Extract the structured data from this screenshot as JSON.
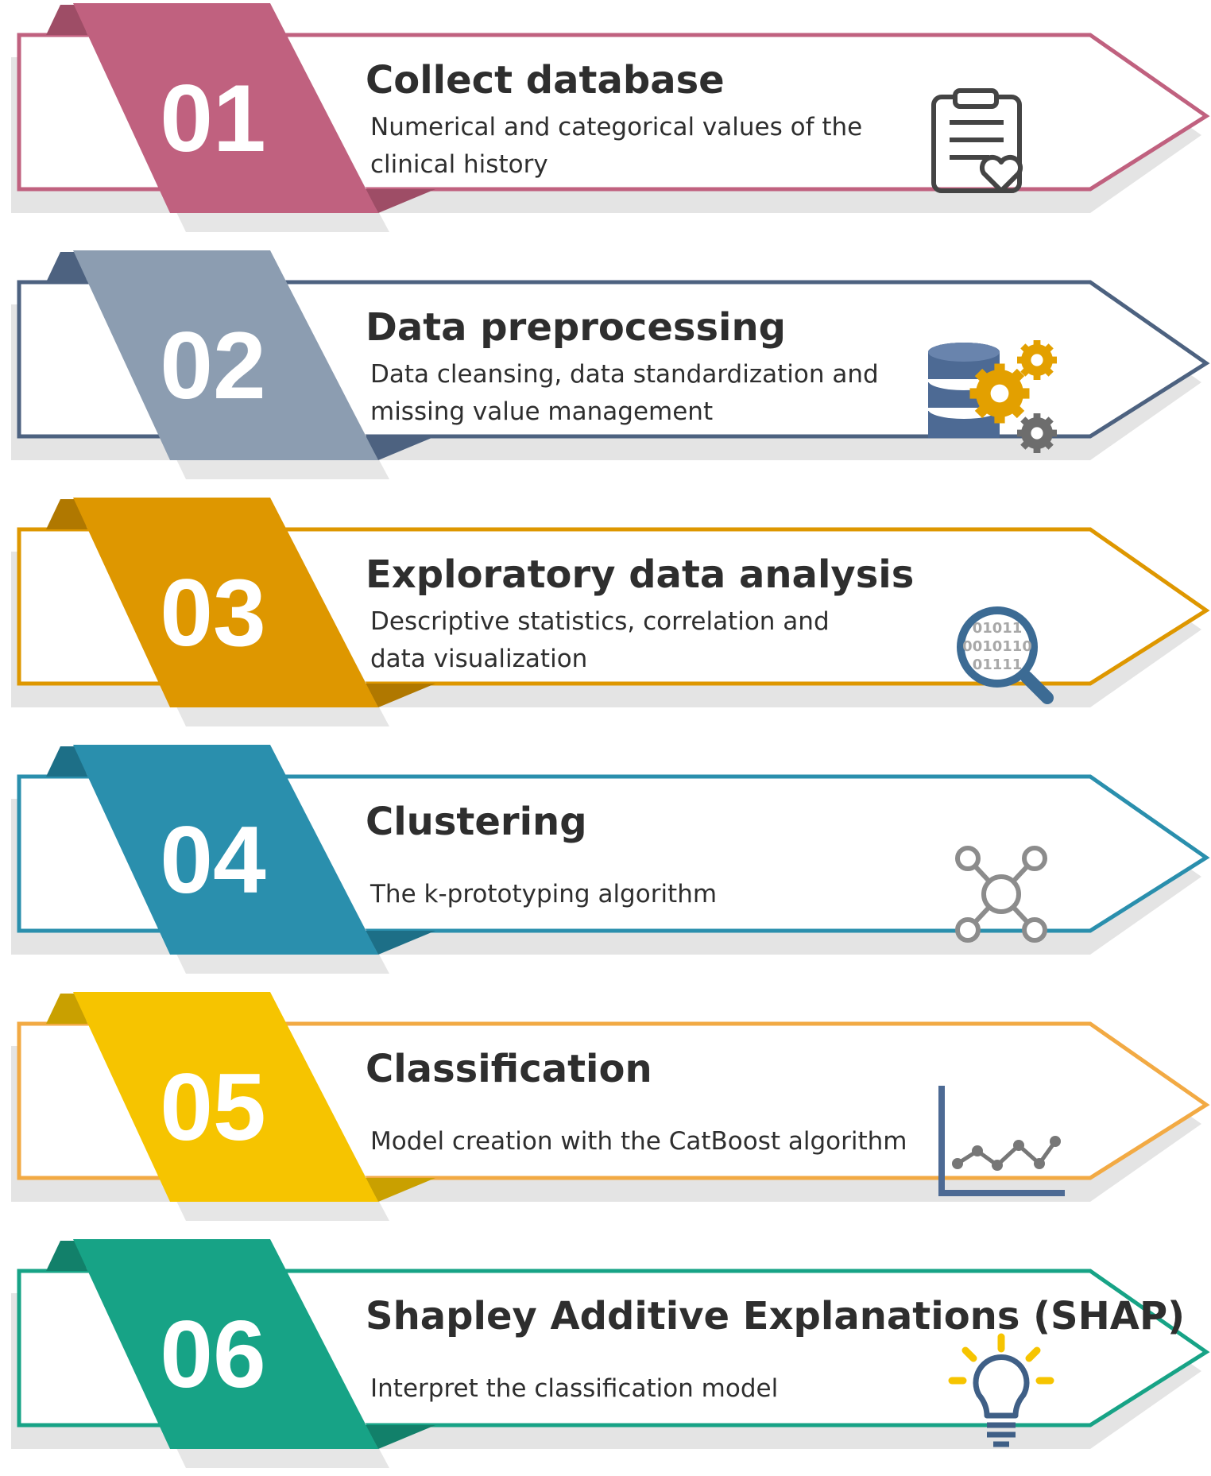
{
  "steps": [
    {
      "number": "01",
      "title": "Collect database",
      "description_lines": [
        "Numerical and categorical values of the",
        "clinical history"
      ],
      "color": "#c0617f",
      "dark_color": "#9e4d66",
      "icon": "clipboard-heart-icon"
    },
    {
      "number": "02",
      "title": "Data preprocessing",
      "description_lines": [
        "Data cleansing, data standardization and",
        "missing value management"
      ],
      "color": "#8c9db1",
      "dark_color": "#4d6280",
      "outline_color": "#4d6280",
      "icon": "database-gears-icon"
    },
    {
      "number": "03",
      "title": "Exploratory data analysis",
      "description_lines": [
        "Descriptive statistics, correlation and",
        "data visualization"
      ],
      "color": "#de9700",
      "dark_color": "#b07800",
      "icon": "binary-magnifier-icon",
      "icon_text": [
        "01011",
        "0010110",
        "01111"
      ]
    },
    {
      "number": "04",
      "title": "Clustering",
      "description_lines": [
        "The k-prototyping algorithm"
      ],
      "color": "#2a8fad",
      "dark_color": "#1d6f87",
      "icon": "network-nodes-icon"
    },
    {
      "number": "05",
      "title": "Classification",
      "description_lines": [
        "Model creation with the CatBoost algorithm"
      ],
      "color": "#f6c400",
      "dark_color": "#c9a000",
      "outline_color": "#f2aa44",
      "icon": "line-chart-icon"
    },
    {
      "number": "06",
      "title": "Shapley Additive Explanations (SHAP)",
      "description_lines": [
        "Interpret the classification model"
      ],
      "color": "#17a386",
      "dark_color": "#12806a",
      "icon": "lightbulb-icon"
    }
  ]
}
